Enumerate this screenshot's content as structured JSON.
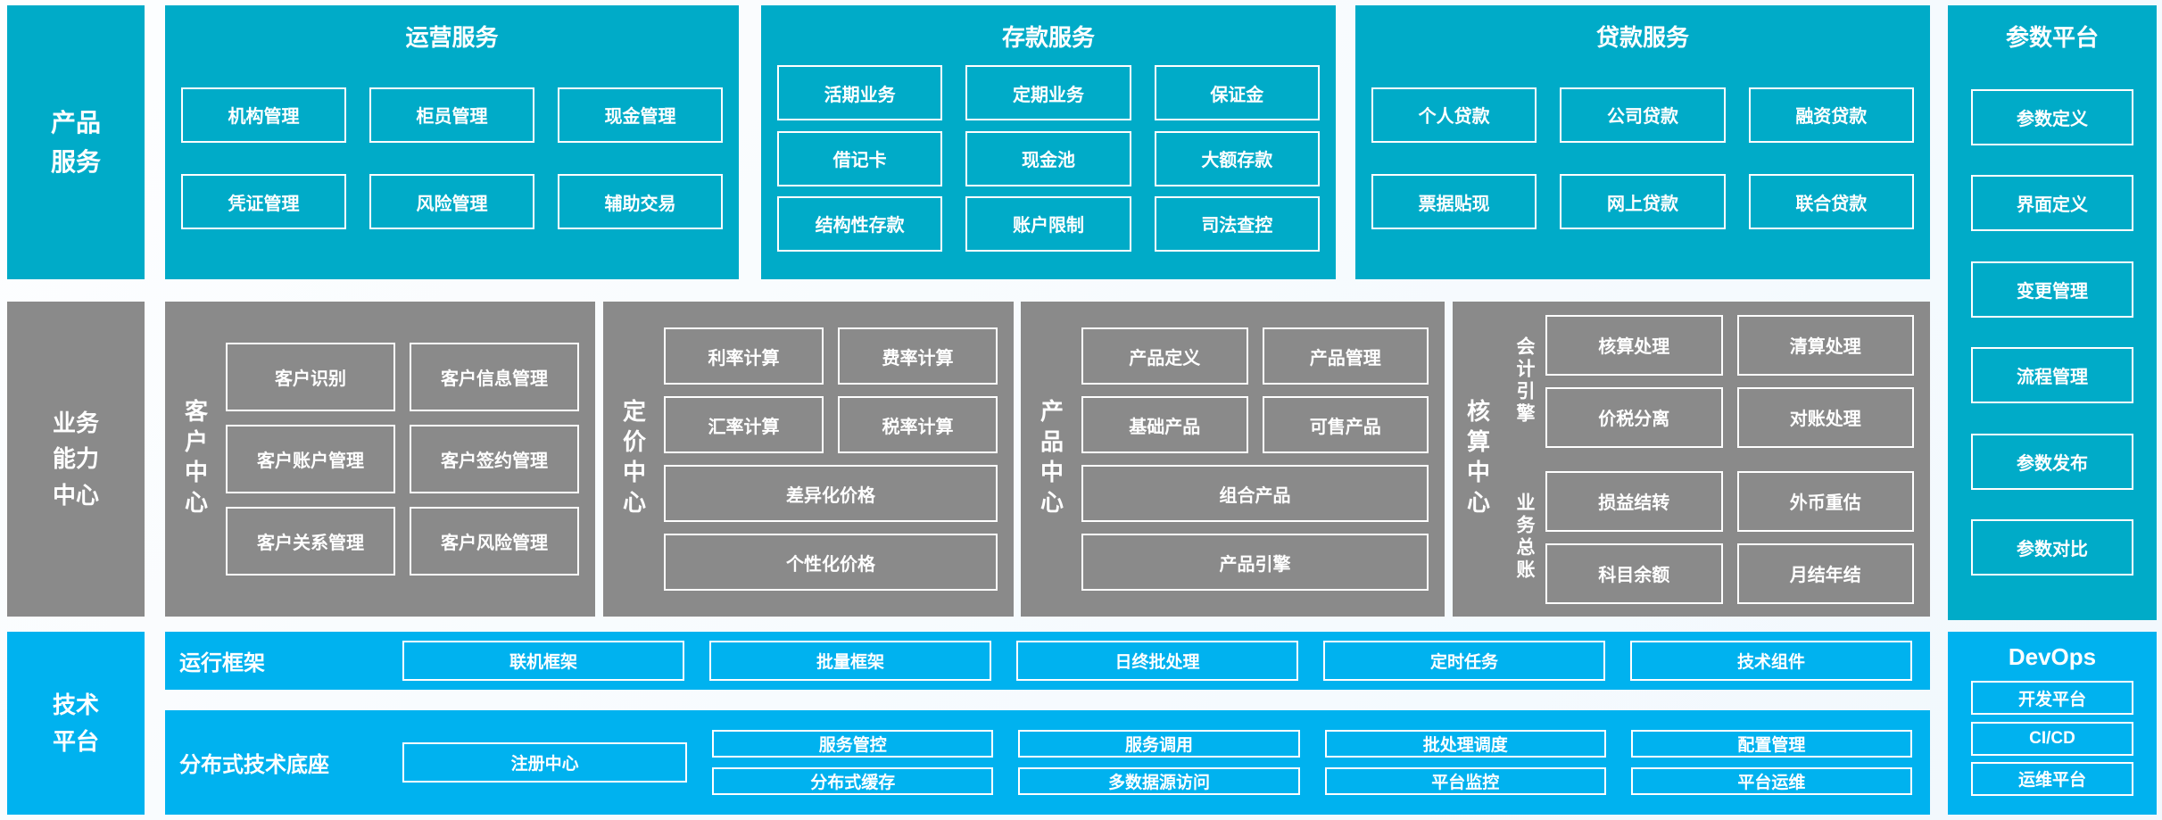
{
  "colors": {
    "teal": "#00abc8",
    "gray": "#8a8a8a",
    "blue": "#00b2ef",
    "text": "#ffffff",
    "background": "#f4f9fd"
  },
  "product_services": {
    "lines": [
      "产品",
      "服务"
    ]
  },
  "operation_services": {
    "title": "运营服务",
    "rows": [
      [
        "机构管理",
        "柜员管理",
        "现金管理"
      ],
      [
        "凭证管理",
        "风险管理",
        "辅助交易"
      ]
    ]
  },
  "deposit_services": {
    "title": "存款服务",
    "rows": [
      [
        "活期业务",
        "定期业务",
        "保证金"
      ],
      [
        "借记卡",
        "现金池",
        "大额存款"
      ],
      [
        "结构性存款",
        "账户限制",
        "司法查控"
      ]
    ]
  },
  "loan_services": {
    "title": "贷款服务",
    "rows": [
      [
        "个人贷款",
        "公司贷款",
        "融资贷款"
      ],
      [
        "票据贴现",
        "网上贷款",
        "联合贷款"
      ]
    ]
  },
  "param_platform": {
    "title": "参数平台",
    "items": [
      "参数定义",
      "界面定义",
      "变更管理",
      "流程管理",
      "参数发布",
      "参数对比"
    ]
  },
  "business_center": {
    "lines": [
      "业务",
      "能力",
      "中心"
    ]
  },
  "customer_center": {
    "label": "客户中心",
    "rows": [
      [
        "客户识别",
        "客户信息管理"
      ],
      [
        "客户账户管理",
        "客户签约管理"
      ],
      [
        "客户关系管理",
        "客户风险管理"
      ]
    ]
  },
  "pricing_center": {
    "label": "定价中心",
    "rows": [
      [
        "利率计算",
        "费率计算"
      ],
      [
        "汇率计算",
        "税率计算"
      ]
    ],
    "wide": [
      "差异化价格",
      "个性化价格"
    ]
  },
  "product_center": {
    "label": "产品中心",
    "rows": [
      [
        "产品定义",
        "产品管理"
      ],
      [
        "基础产品",
        "可售产品"
      ]
    ],
    "wide": [
      "组合产品",
      "产品引擎"
    ]
  },
  "accounting_center": {
    "label": "核算中心",
    "groups": [
      {
        "label": "会计引擎",
        "rows": [
          [
            "核算处理",
            "清算处理"
          ],
          [
            "价税分离",
            "对账处理"
          ]
        ]
      },
      {
        "label": "业务总账",
        "rows": [
          [
            "损益结转",
            "外币重估"
          ],
          [
            "科目余额",
            "月结年结"
          ]
        ]
      }
    ]
  },
  "tech_platform": {
    "lines": [
      "技术",
      "平台"
    ]
  },
  "runtime_framework": {
    "label": "运行框架",
    "items": [
      "联机框架",
      "批量框架",
      "日终批处理",
      "定时任务",
      "技术组件"
    ]
  },
  "distributed_base": {
    "label": "分布式技术底座",
    "registry": "注册中心",
    "columns": [
      [
        "服务管控",
        "分布式缓存"
      ],
      [
        "服务调用",
        "多数据源访问"
      ],
      [
        "批处理调度",
        "平台监控"
      ],
      [
        "配置管理",
        "平台运维"
      ]
    ]
  },
  "devops": {
    "title": "DevOps",
    "items": [
      "开发平台",
      "CI/CD",
      "运维平台"
    ]
  }
}
